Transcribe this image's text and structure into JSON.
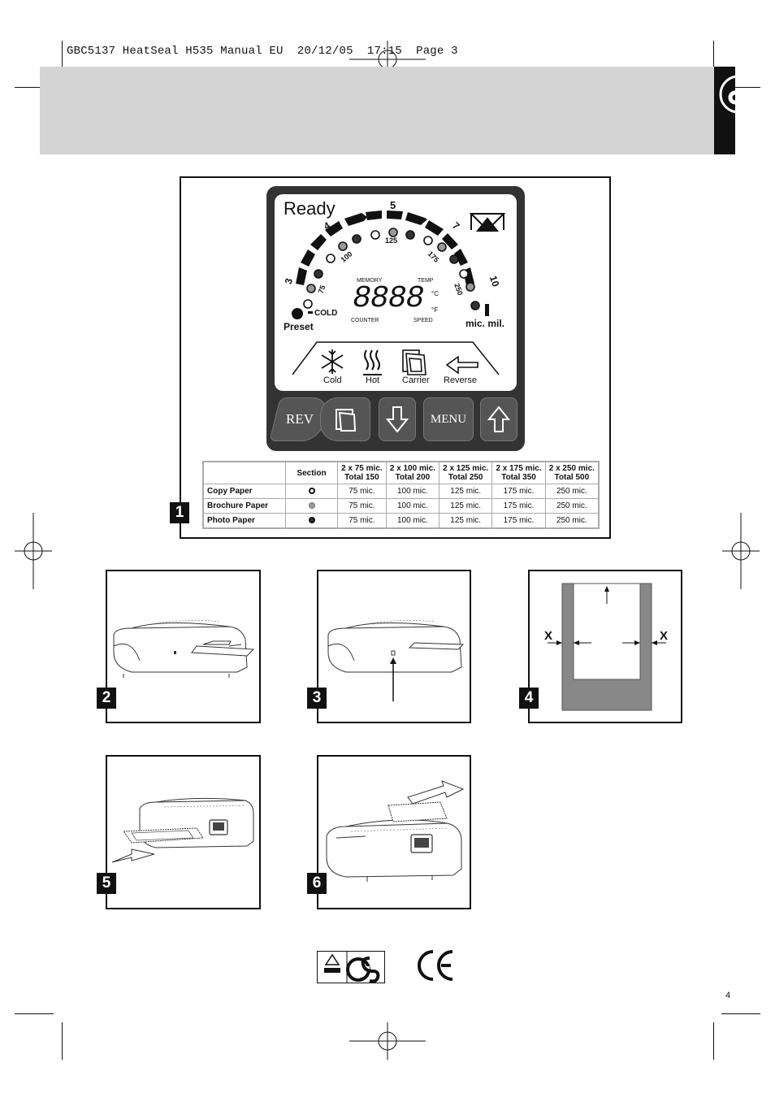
{
  "header": {
    "doc_code": "GBC5137 HeatSeal H535 Manual EU",
    "date": "20/12/05",
    "time": "17:15",
    "page_label": "Page 3"
  },
  "figure1": {
    "number": "1",
    "lcd": {
      "ready": "Ready",
      "digits": "8888",
      "memory": "MEMORY",
      "temp": "TEMP",
      "counter": "COUNTER",
      "speed": "SPEED",
      "deg_c": "°C",
      "deg_f": "°F",
      "cold_label": "COLD",
      "preset": "Preset",
      "units": "mic. mil.",
      "scale_numbers": [
        "3",
        "4",
        "5",
        "7",
        "10"
      ],
      "mic_numbers": [
        "75",
        "100",
        "125",
        "175",
        "250"
      ],
      "icons": {
        "cold": "Cold",
        "hot": "Hot",
        "carrier": "Carrier",
        "reverse": "Reverse"
      }
    },
    "buttons": {
      "rev": "REV",
      "menu": "MENU"
    },
    "table": {
      "headers": [
        "",
        "Section",
        "2 x 75 mic.\nTotal 150",
        "2 x 100 mic.\nTotal 200",
        "2 x 125 mic.\nTotal 250",
        "2 x 175 mic.\nTotal 350",
        "2 x 250 mic.\nTotal 500"
      ],
      "header_line1": [
        "",
        "Section",
        "2 x 75 mic.",
        "2 x 100 mic.",
        "2 x 125 mic.",
        "2 x 175 mic.",
        "2 x 250 mic."
      ],
      "header_line2": [
        "",
        "",
        "Total 150",
        "Total 200",
        "Total 250",
        "Total 350",
        "Total 500"
      ],
      "rows": [
        {
          "label": "Copy Paper",
          "dot": "open",
          "values": [
            "75 mic.",
            "100 mic.",
            "125 mic.",
            "175 mic.",
            "250 mic."
          ]
        },
        {
          "label": "Brochure Paper",
          "dot": "grey",
          "values": [
            "75 mic.",
            "100 mic.",
            "125 mic.",
            "175 mic.",
            "250 mic."
          ]
        },
        {
          "label": "Photo Paper",
          "dot": "dark",
          "values": [
            "75 mic.",
            "100 mic.",
            "125 mic.",
            "175 mic.",
            "250 mic."
          ]
        }
      ]
    }
  },
  "figures": {
    "fig2": "2",
    "fig3": "3",
    "fig4": "4",
    "fig5": "5",
    "fig6": "6",
    "fig4_x_left": "X",
    "fig4_x_right": "X"
  },
  "footer": {
    "page_number": "4",
    "mark_ce": "CE",
    "mark_gs": "GS"
  }
}
